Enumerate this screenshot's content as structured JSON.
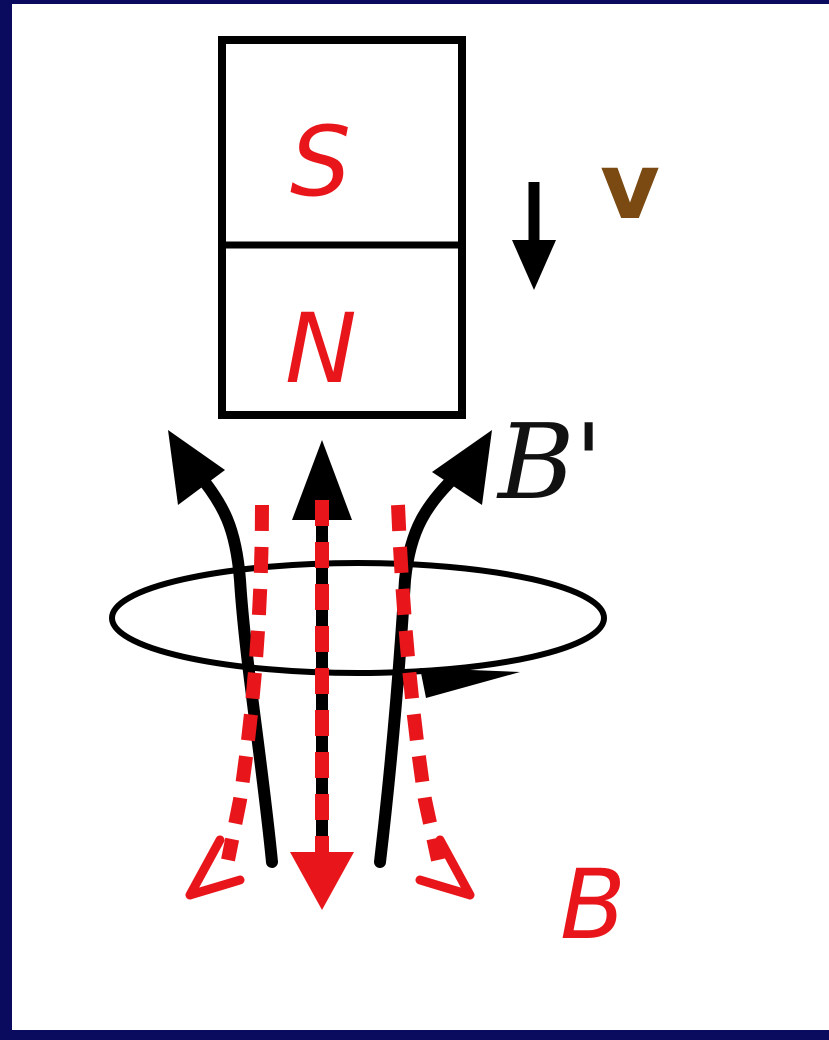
{
  "labels": {
    "south_pole": "S",
    "north_pole": "N",
    "velocity": "v",
    "induced_field": "B'",
    "magnet_field": "B"
  },
  "colors": {
    "background_frame": "#0a0a5e",
    "pole_text": "#e8161b",
    "velocity_text": "#7a4a12",
    "induced_field_lines": "#000000",
    "magnet_field_lines": "#e8161b"
  }
}
